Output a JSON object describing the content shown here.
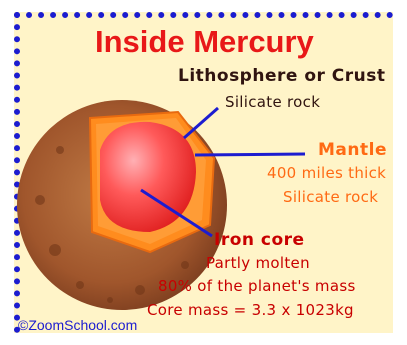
{
  "diagram": {
    "title": "Inside Mercury",
    "layers": [
      {
        "name": "Lithosphere or Crust",
        "details": [
          "Silicate rock"
        ]
      },
      {
        "name": "Mantle",
        "details": [
          "400 miles thick",
          "Silicate rock"
        ]
      },
      {
        "name": "Iron core",
        "details": [
          "Partly molten",
          "80% of the planet's mass",
          "Core mass = 3.3 x 1023kg"
        ]
      }
    ],
    "credit": "©ZoomSchool.com"
  },
  "colors": {
    "background": "#fff4c8",
    "border": "#1c1cd0",
    "title": "#e81818",
    "crust": "#a0562c",
    "mantle": "#ff8c1e",
    "core": "#ff3c3c",
    "pointer_lines": "#1c1cd0"
  }
}
